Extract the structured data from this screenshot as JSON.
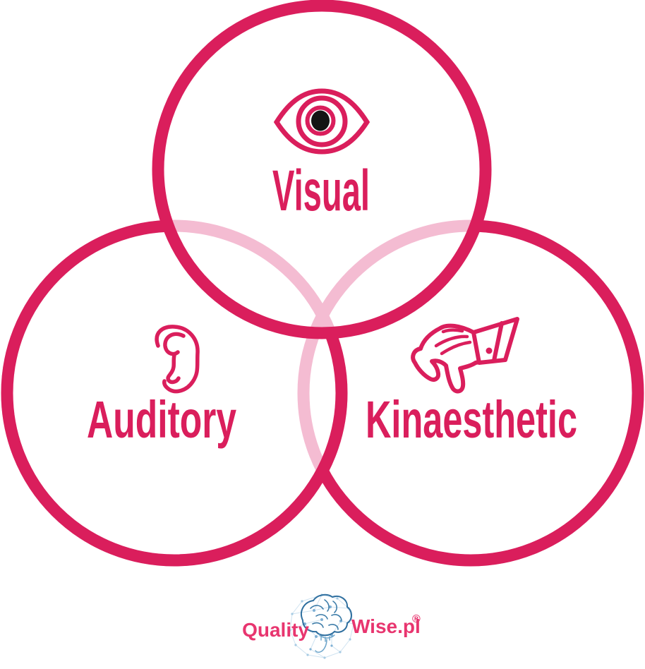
{
  "diagram": {
    "type": "venn",
    "circles": [
      {
        "label": "Visual",
        "icon": "eye-icon"
      },
      {
        "label": "Auditory",
        "icon": "ear-icon"
      },
      {
        "label": "Kinaesthetic",
        "icon": "grabbing-hand-icon"
      }
    ],
    "colors": {
      "ring": "#DA1E5C",
      "ring_overlap": "#F4BCD2",
      "label": "#DA1E5C",
      "pupil": "#141414",
      "background": "#FFFFFF"
    }
  },
  "logo": {
    "brand_left": "Quality",
    "brand_right": "Wise.pl",
    "registered_mark": "®",
    "icon": "brain-network-icon",
    "colors": {
      "text_pink": "#E8356F",
      "brain_blue": "#2F6F9F",
      "mesh_blue": "#A7CBE3"
    }
  }
}
